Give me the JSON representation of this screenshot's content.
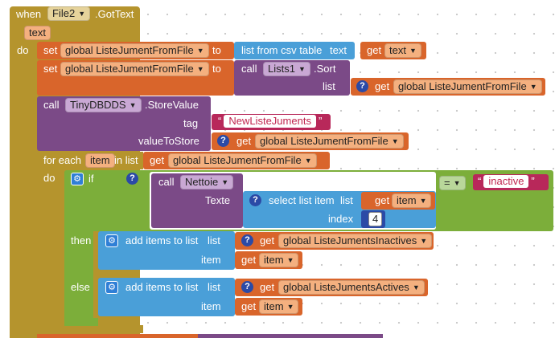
{
  "event": {
    "when": "when",
    "component": "File2",
    "event": "GotText",
    "param": "text",
    "do": "do"
  },
  "set1": {
    "set": "set",
    "var": "global ListeJumentFromFile",
    "to": "to",
    "call": "list from csv table",
    "arg": "text",
    "get": "get",
    "value": "text"
  },
  "set2": {
    "set": "set",
    "var": "global ListeJumentFromFile",
    "to": "to",
    "call": "call",
    "component": "Lists1",
    "method": "Sort",
    "arg": "list",
    "get": "get",
    "value": "global ListeJumentFromFile"
  },
  "tinydb": {
    "call": "call",
    "component": "TinyDBDDS",
    "method": "StoreValue",
    "tag_label": "tag",
    "tag_value": "NewListeJuments",
    "vts_label": "valueToStore",
    "get": "get",
    "value": "global ListeJumentFromFile"
  },
  "foreach": {
    "label": "for each",
    "var": "item",
    "in": "in list",
    "get": "get",
    "value": "global ListeJumentFromFile",
    "do": "do"
  },
  "ifblock": {
    "if": "if",
    "call": "call",
    "component": "Nettoie",
    "texte": "Texte",
    "select": "select list item",
    "list": "list",
    "index": "index",
    "get": "get",
    "item": "item",
    "index_value": "4",
    "op": "=",
    "compare": "inactive",
    "then": "then",
    "else": "else"
  },
  "then_add": {
    "label": "add items to list",
    "list": "list",
    "item_label": "item",
    "get": "get",
    "list_value": "global ListeJumentsInactives",
    "item_value": "item"
  },
  "else_add": {
    "label": "add items to list",
    "list": "list",
    "item_label": "item",
    "get": "get",
    "list_value": "global ListeJumentsActives",
    "item_value": "item"
  },
  "colors": {
    "event": "#b5942d",
    "variable": "#d9652b",
    "list": "#4a9fd8",
    "procedure": "#7b4a87",
    "text": "#b8285a",
    "control": "#7cae3a"
  }
}
